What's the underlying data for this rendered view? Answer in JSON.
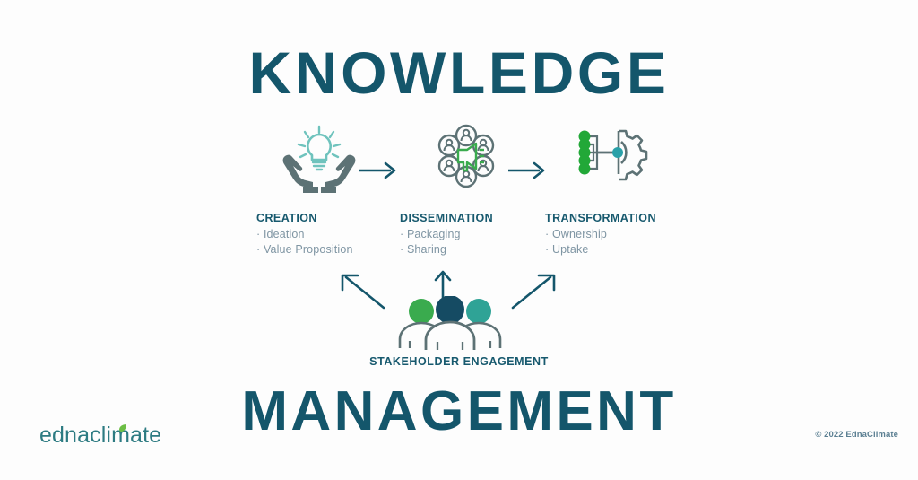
{
  "title_top": "KNOWLEDGE",
  "title_bottom": "MANAGEMENT",
  "colors": {
    "dark_teal": "#14566b",
    "heading_teal": "#17596e",
    "bullet_gray": "#7f95a3",
    "green": "#22a838",
    "green_head": "#3aab4e",
    "teal_head": "#2fa396",
    "navy_head": "#154b63",
    "icon_gray": "#5d7275",
    "logo_teal": "#2d7b82",
    "background": "#fdfdfd"
  },
  "stages": [
    {
      "id": "creation",
      "heading": "CREATION",
      "bullets": [
        "Ideation",
        "Value Proposition"
      ],
      "icon": "hands-holding-lightbulb-icon"
    },
    {
      "id": "dissemination",
      "heading": "DISSEMINATION",
      "bullets": [
        "Packaging",
        "Sharing"
      ],
      "icon": "network-megaphone-icon"
    },
    {
      "id": "transformation",
      "heading": "TRANSFORMATION",
      "bullets": [
        "Ownership",
        "Uptake"
      ],
      "icon": "gear-nodes-icon"
    }
  ],
  "flow_arrows": [
    {
      "id": "arrow-creation-to-dissemination",
      "direction": "right"
    },
    {
      "id": "arrow-dissemination-to-transformation",
      "direction": "right"
    }
  ],
  "stakeholder": {
    "label": "STAKEHOLDER ENGAGEMENT",
    "icon": "three-people-group-icon",
    "arrows": [
      {
        "id": "arrow-up-left",
        "direction": "up-left"
      },
      {
        "id": "arrow-up",
        "direction": "up"
      },
      {
        "id": "arrow-up-right",
        "direction": "up-right"
      }
    ]
  },
  "branding": {
    "logo_text": "ednaclimate",
    "copyright": "© 2022 EdnaClimate"
  }
}
